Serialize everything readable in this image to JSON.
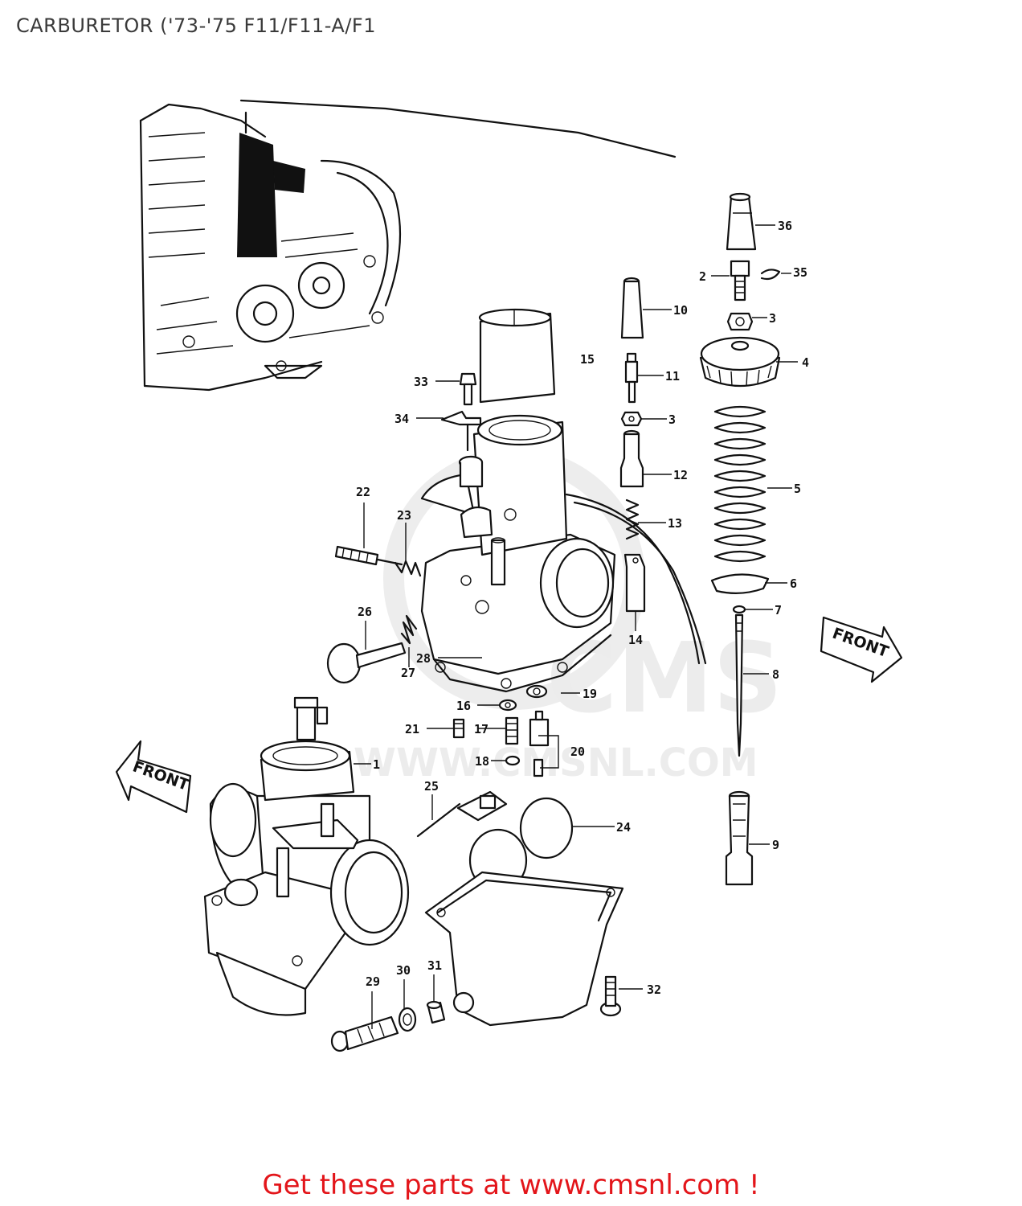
{
  "header": {
    "title": "CARBURETOR ('73-'75 F11/F11-A/F1"
  },
  "footer": {
    "link_text": "Get these parts at www.cmsnl.com !"
  },
  "watermark": {
    "logo_text": "CMS",
    "url_text": "WWW.CMSNL.COM"
  },
  "arrows": {
    "front_right": "FRONT",
    "front_left": "FRONT"
  },
  "callouts": {
    "n1": "1",
    "n2": "2",
    "n3a": "3",
    "n3b": "3",
    "n4": "4",
    "n5": "5",
    "n6": "6",
    "n7": "7",
    "n8": "8",
    "n9": "9",
    "n10": "10",
    "n11": "11",
    "n12": "12",
    "n13": "13",
    "n14": "14",
    "n15": "15",
    "n16": "16",
    "n17": "17",
    "n18": "18",
    "n19": "19",
    "n20": "20",
    "n21": "21",
    "n22": "22",
    "n23": "23",
    "n24": "24",
    "n25": "25",
    "n26": "26",
    "n27": "27",
    "n28": "28",
    "n29": "29",
    "n30": "30",
    "n31": "31",
    "n32": "32",
    "n33": "33",
    "n34": "34",
    "n35": "35",
    "n36": "36"
  }
}
